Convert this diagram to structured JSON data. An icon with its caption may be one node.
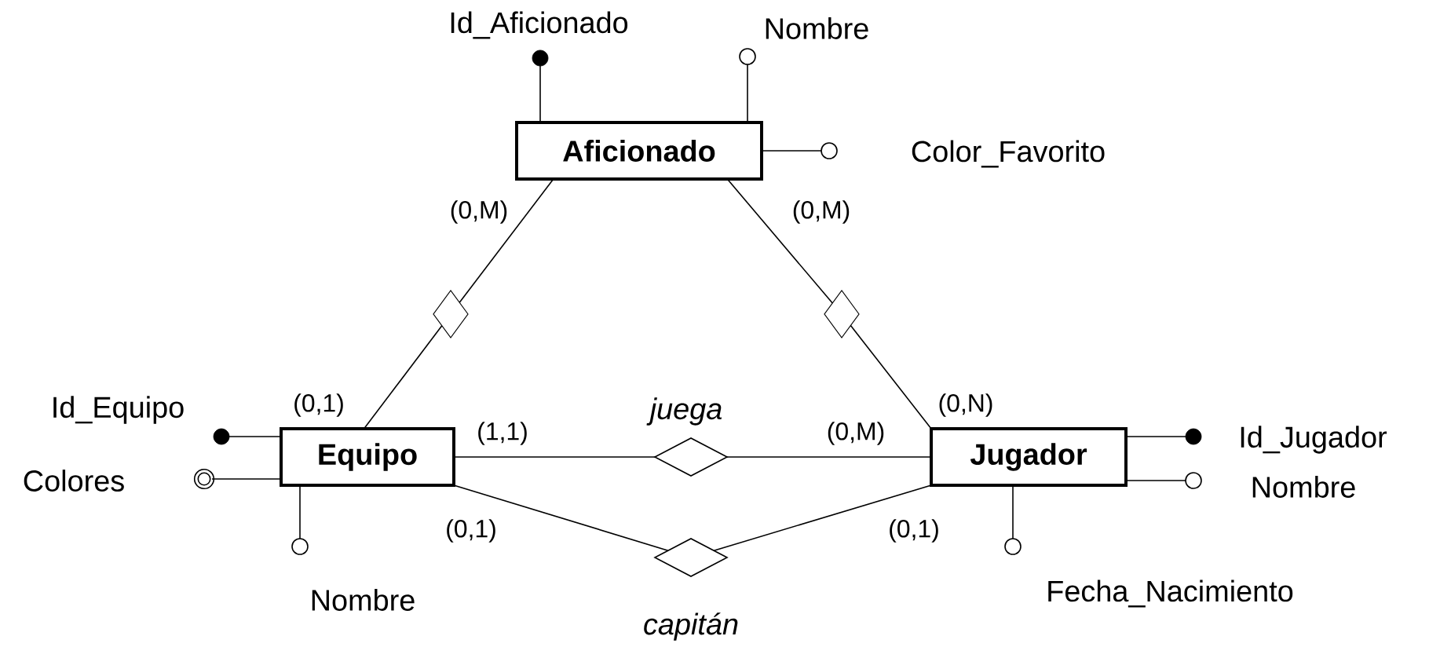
{
  "diagram": {
    "nodes": [
      {
        "text": [
          "Aficionado"
        ]
      },
      {
        "text": [
          "Equipo"
        ]
      },
      {
        "text": [
          "Jugador"
        ]
      },
      {
        "text": [],
        "shape": "diamond"
      },
      {
        "text": [],
        "shape": "diamond"
      },
      {
        "text": [],
        "shape": "diamond",
        "beside": [
          "juega"
        ]
      },
      {
        "text": [],
        "shape": "diamond",
        "beside": [
          "capitán"
        ]
      },
      {
        "text": [],
        "shape": "dot",
        "beside": [
          "Id_Aficionado"
        ]
      },
      {
        "text": [],
        "shape": "circle",
        "beside": [
          "Nombre"
        ]
      },
      {
        "text": [],
        "shape": "circle",
        "beside": [
          "Color_Favorito"
        ]
      },
      {
        "text": [],
        "shape": "dot",
        "beside": [
          "Id_Equipo"
        ]
      },
      {
        "text": [],
        "shape": "double-circle",
        "beside": [
          "Colores"
        ]
      },
      {
        "text": [],
        "shape": "circle",
        "beside": [
          "Nombre"
        ]
      },
      {
        "text": [],
        "shape": "dot",
        "beside": [
          "Id_Jugador"
        ]
      },
      {
        "text": [],
        "shape": "circle",
        "beside": [
          "Nombre"
        ]
      },
      {
        "text": [],
        "shape": "circle",
        "beside": [
          "Fecha_Nacimiento"
        ]
      }
    ],
    "edges": [
      {
        "from": 0,
        "to": 3,
        "arrow": "none",
        "label": "(0,M)"
      },
      {
        "from": 3,
        "to": 1,
        "arrow": "none",
        "label": "(0,1)"
      },
      {
        "from": 0,
        "to": 4,
        "arrow": "none",
        "label": "(0,M)"
      },
      {
        "from": 4,
        "to": 2,
        "arrow": "none",
        "label": "(0,N)"
      },
      {
        "from": 1,
        "to": 5,
        "arrow": "none",
        "label": "(1,1)"
      },
      {
        "from": 5,
        "to": 2,
        "arrow": "none",
        "label": "(0,M)"
      },
      {
        "from": 1,
        "to": 6,
        "arrow": "none",
        "label": "(0,1)"
      },
      {
        "from": 6,
        "to": 2,
        "arrow": "none",
        "label": "(0,1)"
      },
      {
        "from": 0,
        "to": 7,
        "arrow": "none"
      },
      {
        "from": 0,
        "to": 8,
        "arrow": "none"
      },
      {
        "from": 0,
        "to": 9,
        "arrow": "none"
      },
      {
        "from": 1,
        "to": 10,
        "arrow": "none"
      },
      {
        "from": 1,
        "to": 11,
        "arrow": "none"
      },
      {
        "from": 1,
        "to": 12,
        "arrow": "none"
      },
      {
        "from": 2,
        "to": 13,
        "arrow": "none"
      },
      {
        "from": 2,
        "to": 14,
        "arrow": "none"
      },
      {
        "from": 2,
        "to": 15,
        "arrow": "none"
      }
    ]
  }
}
